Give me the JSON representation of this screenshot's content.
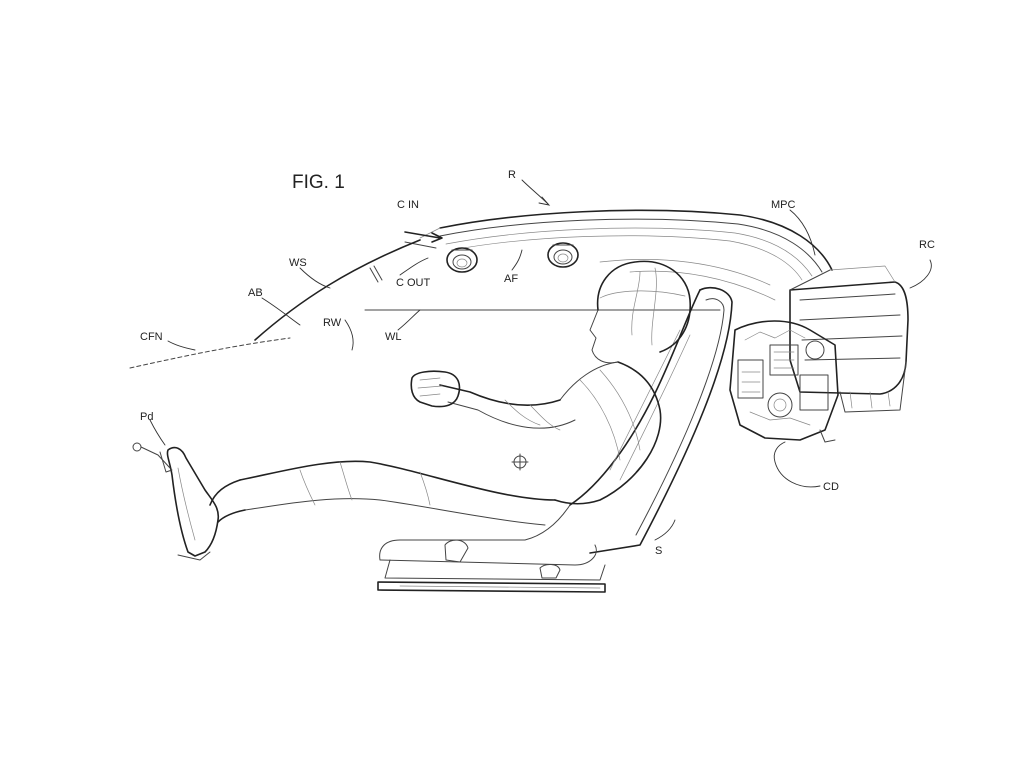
{
  "figure": {
    "title": "FIG. 1"
  },
  "labels": {
    "R": "R",
    "C_IN": "C IN",
    "MPC": "MPC",
    "RC": "RC",
    "WS": "WS",
    "AB": "AB",
    "C_OUT": "C OUT",
    "AF": "AF",
    "RW": "RW",
    "WL": "WL",
    "CFN": "CFN",
    "Pd": "Pd",
    "CD": "CD",
    "S": "S"
  }
}
